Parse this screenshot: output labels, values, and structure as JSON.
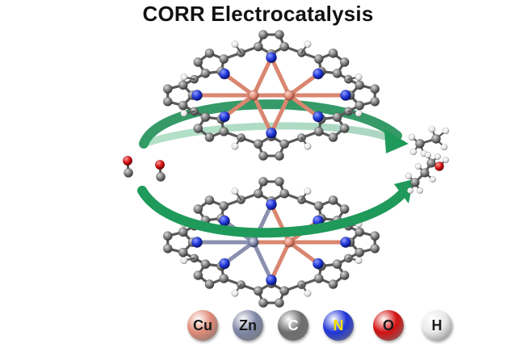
{
  "title": "CORR Electrocatalysis",
  "legend": [
    {
      "label": "Cu",
      "color": "#e08a76",
      "text_color": "#1a1a1a"
    },
    {
      "label": "Zn",
      "color": "#7e86a6",
      "text_color": "#1a1a1a"
    },
    {
      "label": "C",
      "color": "#6e6e6e",
      "text_color": "#ffffff"
    },
    {
      "label": "N",
      "color": "#1f35d6",
      "text_color": "#f2e200"
    },
    {
      "label": "O",
      "color": "#d41010",
      "text_color": "#1a1a1a"
    },
    {
      "label": "H",
      "color": "#e9e9e9",
      "text_color": "#1a1a1a"
    }
  ],
  "colors": {
    "arrow": "#1f9a5a",
    "carbon": "#7c7c7c",
    "nitrogen": "#1f35d6",
    "copper": "#e3937f",
    "zinc": "#8a90ae",
    "hydrogen": "#f4f4f4",
    "oxygen": "#d41010",
    "bond": "#555555"
  }
}
